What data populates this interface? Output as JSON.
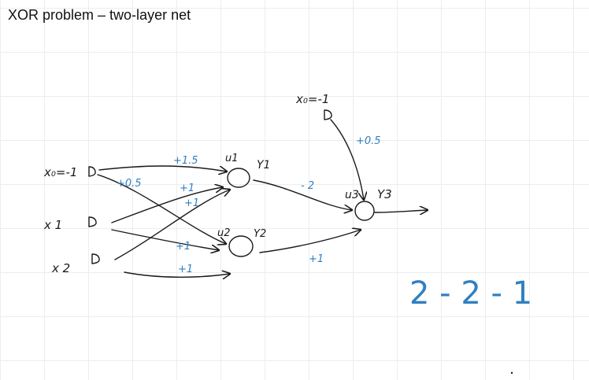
{
  "title": "XOR problem –  two-layer net",
  "inputs": {
    "x0": "x₀=-1",
    "x1": "x 1",
    "x2": "x 2"
  },
  "hidden": {
    "u1": "u1",
    "y1": "Y1",
    "u2": "u2",
    "y2": "Y2"
  },
  "output": {
    "bias": "x₀=-1",
    "u3": "u3",
    "y3": "Y3"
  },
  "weights": {
    "w_b_u1": "+1.5",
    "w_b_u2": "+0.5",
    "w_x1_u1": "+1",
    "w_x1_u2": "+1",
    "w_x2_u1": "+1",
    "w_x2_u2": "+1",
    "w_y1_u3": "- 2",
    "w_y2_u3": "+1",
    "w_b3_u3": "+0.5"
  },
  "architecture": "2 - 2 - 1",
  "colors": {
    "ink": "#1a1a1a",
    "weight_ink": "#2f7fc2"
  }
}
